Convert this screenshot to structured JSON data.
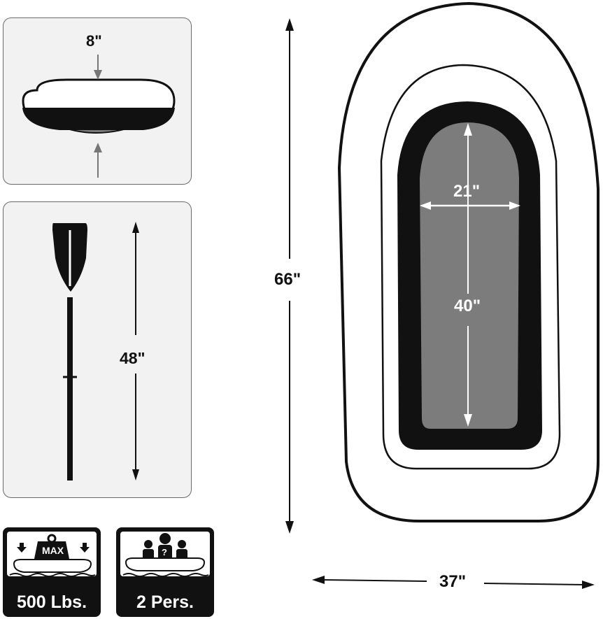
{
  "dimensions": {
    "tube_height": "8\"",
    "paddle_length": "48\"",
    "boat_length": "66\"",
    "boat_width": "37\"",
    "floor_width": "21\"",
    "floor_length": "40\""
  },
  "badges": {
    "max_load": {
      "icon_text": "MAX",
      "label": "500 Lbs."
    },
    "capacity": {
      "icon_text": "?",
      "label": "2 Pers."
    }
  },
  "colors": {
    "outline": "#111111",
    "panel_bg": "#f2f2f2",
    "floor": "#7c7c7c",
    "arrow": "#777777"
  }
}
